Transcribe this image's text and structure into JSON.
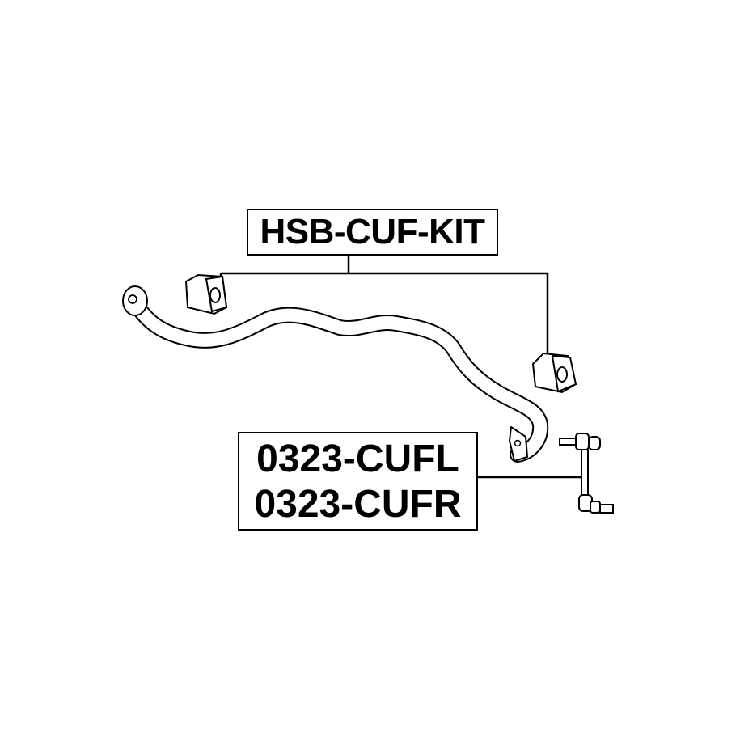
{
  "diagram": {
    "kit_label": "HSB-CUF-KIT",
    "link_labels": [
      "0323-CUFL",
      "0323-CUFR"
    ],
    "parts": [
      "stabilizer-bar",
      "stabilizer-bushing-left",
      "stabilizer-bushing-right",
      "stabilizer-link"
    ]
  }
}
